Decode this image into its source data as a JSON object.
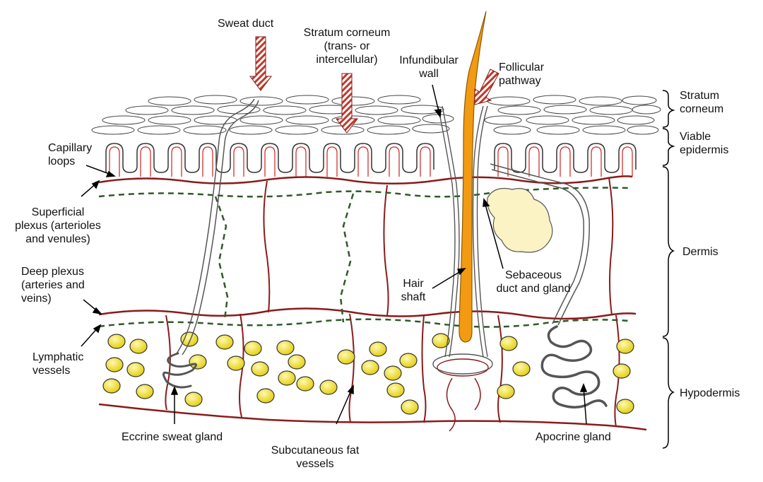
{
  "labels": {
    "sweat_duct": "Sweat duct",
    "stratum_corneum_route_1": "Stratum corneum",
    "stratum_corneum_route_2": "(trans- or",
    "stratum_corneum_route_3": "intercellular)",
    "infundibular_1": "Infundibular",
    "infundibular_2": "wall",
    "follicular_1": "Follicular",
    "follicular_2": "pathway",
    "capillary_1": "Capillary",
    "capillary_2": "loops",
    "superficial_1": "Superficial",
    "superficial_2": "plexus (arterioles",
    "superficial_3": "and venules)",
    "deep_1": "Deep plexus",
    "deep_2": "(arteries and",
    "deep_3": "veins)",
    "lymphatic_1": "Lymphatic",
    "lymphatic_2": "vessels",
    "hair_1": "Hair",
    "hair_2": "shaft",
    "sebaceous_1": "Sebaceous",
    "sebaceous_2": "duct and gland",
    "eccrine": "Eccrine sweat gland",
    "subcut_1": "Subcutaneous fat",
    "subcut_2": "vessels",
    "apocrine": "Apocrine gland"
  },
  "layers": {
    "stratum_corneum_1": "Stratum",
    "stratum_corneum_2": "corneum",
    "viable_1": "Viable",
    "viable_2": "epidermis",
    "dermis": "Dermis",
    "hypodermis": "Hypodermis"
  },
  "colors": {
    "vessel_red": "#8b1a1a",
    "capillary_red": "#d02020",
    "lymphatic_green": "#2f5a2a",
    "fat_yellow": "#f2e437",
    "hair_orange": "#f29a12",
    "gland_cream": "#fbf3c4"
  }
}
